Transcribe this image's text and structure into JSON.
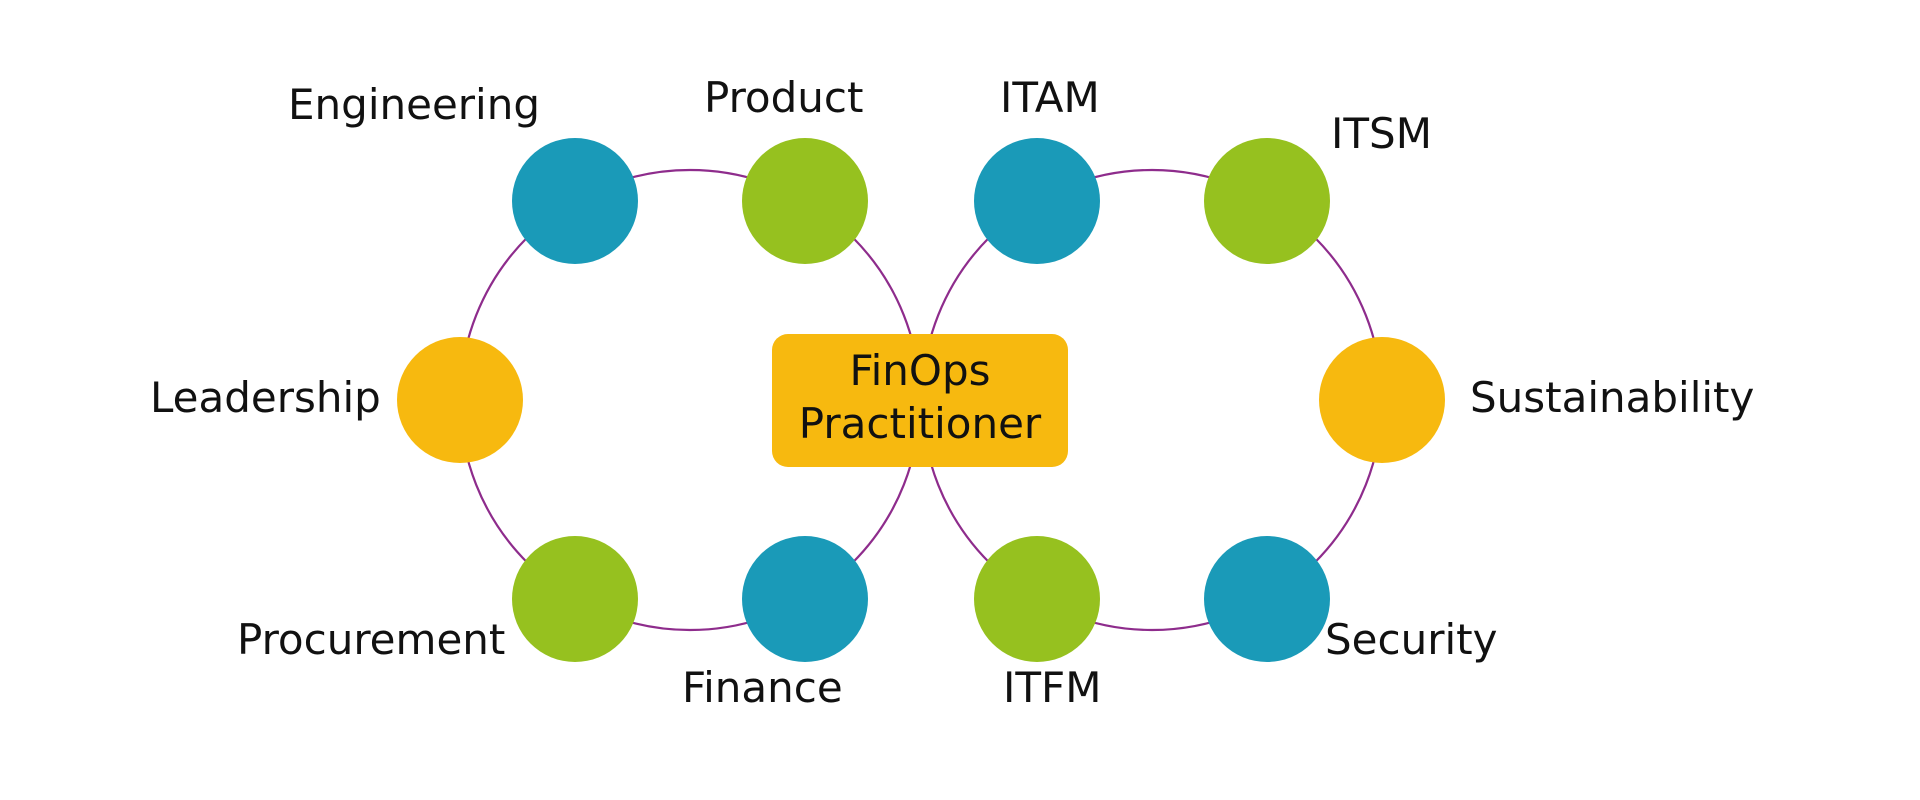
{
  "diagram": {
    "title": "FinOps Practitioner",
    "colors": {
      "blue": "#1A9AB8",
      "green": "#96C11F",
      "yellow": "#F7B90F",
      "connector": "#8E2C8C",
      "text": "#111111"
    },
    "center": {
      "lines": [
        "FinOps",
        "Practitioner"
      ],
      "color": "yellow"
    },
    "loops": [
      {
        "name": "left-loop",
        "nodes": [
          {
            "label": "Engineering",
            "color": "blue"
          },
          {
            "label": "Product",
            "color": "green"
          },
          {
            "label": "Leadership",
            "color": "yellow"
          },
          {
            "label": "Procurement",
            "color": "green"
          },
          {
            "label": "Finance",
            "color": "blue"
          }
        ]
      },
      {
        "name": "right-loop",
        "nodes": [
          {
            "label": "ITAM",
            "color": "blue"
          },
          {
            "label": "ITSM",
            "color": "green"
          },
          {
            "label": "Sustainability",
            "color": "yellow"
          },
          {
            "label": "ITFM",
            "color": "green"
          },
          {
            "label": "Security",
            "color": "blue"
          }
        ]
      }
    ]
  }
}
